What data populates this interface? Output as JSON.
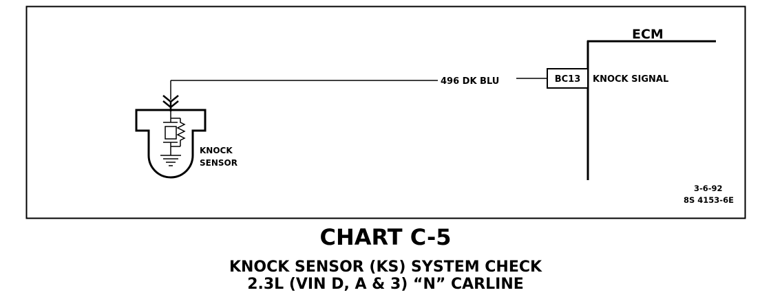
{
  "diagram": {
    "ecm_label": "ECM",
    "wire_label": "496 DK BLU",
    "terminal_label": "BC13",
    "signal_label": "KNOCK SIGNAL",
    "sensor_label_line1": "KNOCK",
    "sensor_label_line2": "SENSOR",
    "date_code": "3-6-92",
    "drawing_code": "8S 4153-6E"
  },
  "caption": {
    "title": "CHART C-5",
    "subtitle_line1": "KNOCK SENSOR (KS) SYSTEM CHECK",
    "subtitle_line2": "2.3L  (VIN D, A & 3)  “N”  CARLINE"
  }
}
